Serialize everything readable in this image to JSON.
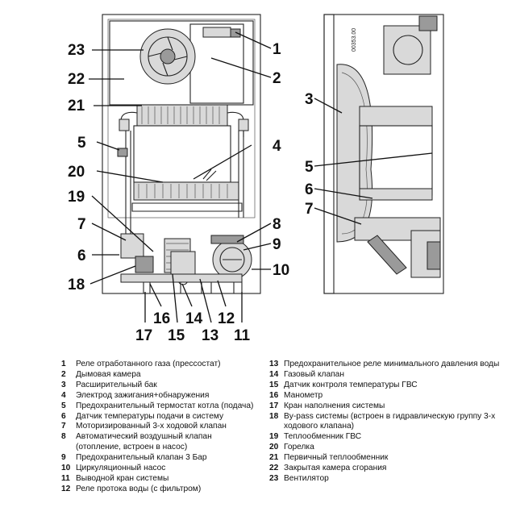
{
  "stamp": "00353.00",
  "labels": [
    "1",
    "2",
    "3",
    "4",
    "5",
    "6",
    "7",
    "8",
    "9",
    "10",
    "11",
    "12",
    "13",
    "14",
    "15",
    "16",
    "17",
    "18",
    "19",
    "20",
    "21",
    "22",
    "23"
  ],
  "legend_left": [
    {
      "n": "1",
      "text": "Реле отработанного газа (прессостат)"
    },
    {
      "n": "2",
      "text": "Дымовая камера"
    },
    {
      "n": "3",
      "text": "Расширительный бак"
    },
    {
      "n": "4",
      "text": "Электрод зажигания+обнаружения"
    },
    {
      "n": "5",
      "text": "Предохранительный термостат котла (подача)"
    },
    {
      "n": "6",
      "text": "Датчик температуры подачи в систему"
    },
    {
      "n": "7",
      "text": "Моторизированный 3-х ходовой клапан"
    },
    {
      "n": "8",
      "text": "Автоматический воздушный клапан (отопление, встроен в насос)"
    },
    {
      "n": "9",
      "text": "Предохранительный клапан 3 Бар"
    },
    {
      "n": "10",
      "text": "Циркуляционный насос"
    },
    {
      "n": "11",
      "text": "Выводной кран системы"
    },
    {
      "n": "12",
      "text": "Реле протока воды (с фильтром)"
    }
  ],
  "legend_right": [
    {
      "n": "13",
      "text": "Предохранительное реле минимального давления воды"
    },
    {
      "n": "14",
      "text": "Газовый клапан"
    },
    {
      "n": "15",
      "text": "Датчик контроля температуры ГВС"
    },
    {
      "n": "16",
      "text": "Манометр"
    },
    {
      "n": "17",
      "text": "Кран наполнения системы"
    },
    {
      "n": "18",
      "text": "By-pass системы (встроен в гидравлическую группу 3-х ходового клапана)"
    },
    {
      "n": "19",
      "text": "Теплообменник ГВС"
    },
    {
      "n": "20",
      "text": "Горелка"
    },
    {
      "n": "21",
      "text": "Первичный теплообменник"
    },
    {
      "n": "22",
      "text": "Закрытая камера сгорания"
    },
    {
      "n": "23",
      "text": "Вентилятор"
    }
  ]
}
